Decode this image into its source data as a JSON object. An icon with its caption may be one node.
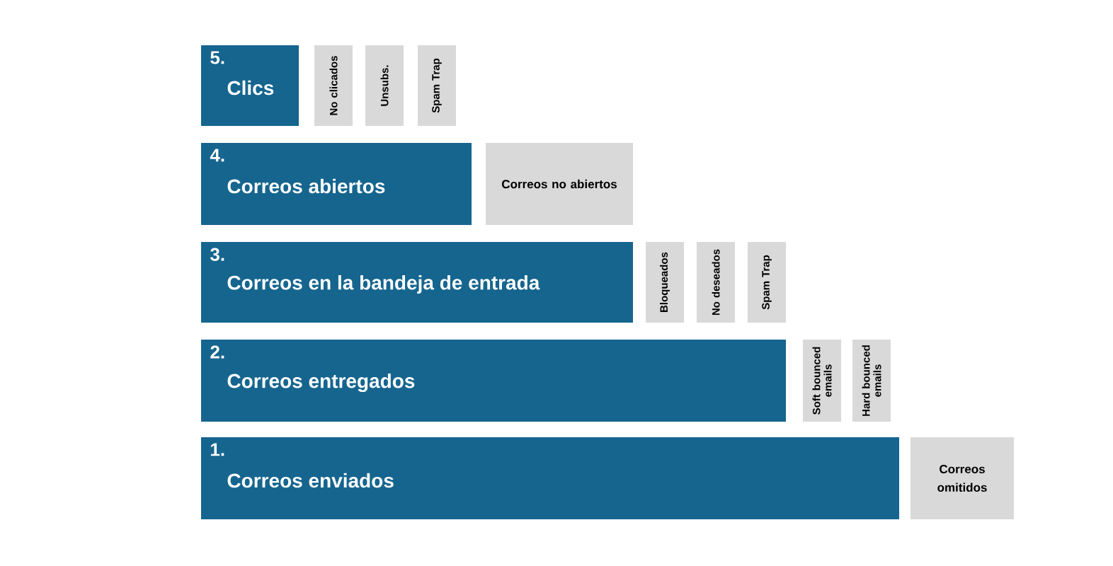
{
  "diagram": {
    "nodes": [
      {
        "text": [
          "5.",
          "Clics"
        ]
      },
      {
        "text": [
          "No clicados"
        ]
      },
      {
        "text": [
          "Unsubs."
        ]
      },
      {
        "text": [
          "Spam Trap"
        ]
      },
      {
        "text": [
          "4.",
          "Correos abiertos"
        ]
      },
      {
        "text": [
          "Correos no abiertos"
        ]
      },
      {
        "text": [
          "3.",
          "Correos en la bandeja de entrada"
        ]
      },
      {
        "text": [
          "Bloqueados"
        ]
      },
      {
        "text": [
          "No deseados"
        ]
      },
      {
        "text": [
          "Spam Trap"
        ]
      },
      {
        "text": [
          "2.",
          "Correos entregados"
        ]
      },
      {
        "text": [
          "Soft bounced emails"
        ]
      },
      {
        "text": [
          "Hard bounced emails"
        ]
      },
      {
        "text": [
          "1.",
          "Correos enviados"
        ]
      },
      {
        "text": [
          "Correos omitidos"
        ]
      }
    ]
  }
}
